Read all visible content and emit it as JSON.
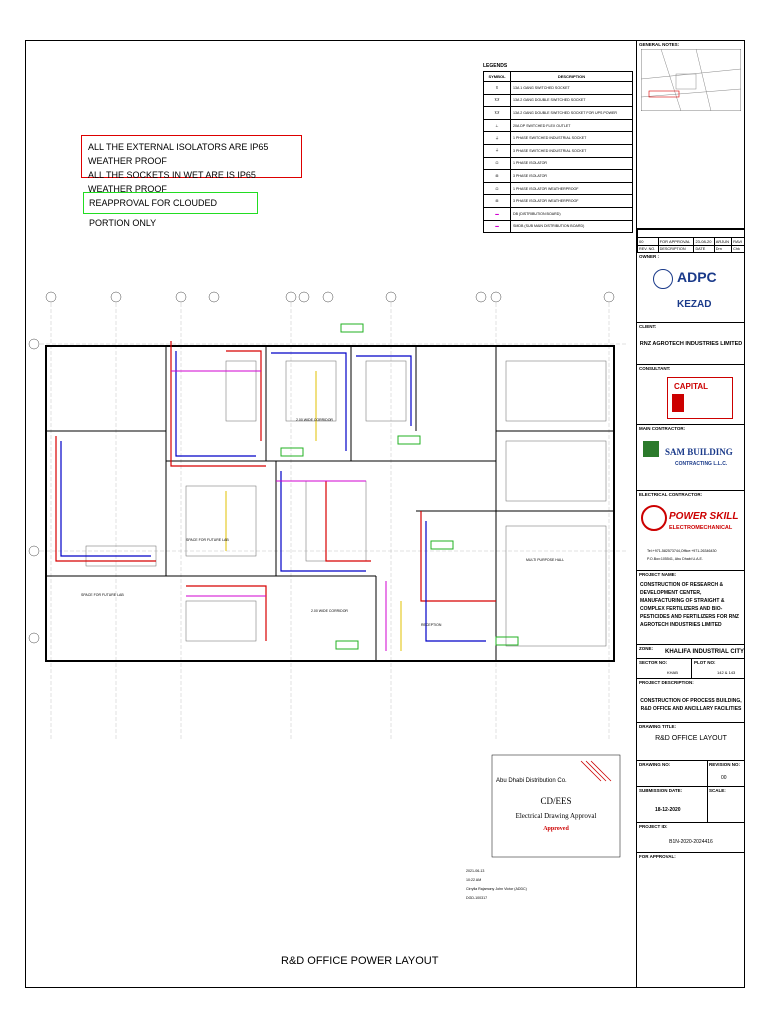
{
  "notes": {
    "external_isolators": "ALL THE EXTERNAL ISOLATORS ARE IP65 WEATHER PROOF",
    "wet_sockets": "ALL THE SOCKETS IN WET ARE IS IP65 WEATHER PROOF",
    "reapproval": "REAPPROVAL FOR CLOUDED PORTION ONLY"
  },
  "legend": {
    "title": "LEGENDS",
    "col_symbol": "SYMBOL",
    "col_description": "DESCRIPTION",
    "rows": [
      "13A 1 GANG SWITCHED SOCKET",
      "13A 2 GANG DOUBLE SWITCHED SOCKET",
      "13A 2 GANG DOUBLE SWITCHED SOCKET FOR UPS POWER",
      "20A DP SWITCHED FLEX OUTLET",
      "1 PHASE SWITCHED INDUSTRIAL SOCKET",
      "3 PHASE SWITCHED INDUSTRIAL SOCKET",
      "1 PHASE ISOLATOR",
      "3 PHASE ISOLATOR",
      "1 PHASE ISOLATOR WEATHERPROOF",
      "3 PHASE ISOLATOR WEATHERPROOF",
      "DB (DISTRIBUTION BOARD)",
      "SMDB (SUB MAIN DISTRIBUTION BOARD)"
    ]
  },
  "plan": {
    "labels": {
      "future_lab_1": "SPACE FOR FUTURE LAB",
      "future_lab_2": "SPACE FOR FUTURE LAB",
      "multi_purpose": "MULTI PURPOSE HALL",
      "reception": "RECEPTION",
      "corridor": "2.00 WIDE CORRIDOR",
      "corridor_2": "2.00 WIDE CORRIDOR"
    },
    "title": "R&D OFFICE POWER LAYOUT"
  },
  "stamp": {
    "organization": "Abu Dhabi Distribution Co.",
    "code": "CD/EES",
    "subtitle": "Electrical Drawing Approval",
    "status": "Approved",
    "date": "2021-06-13",
    "time": "10:22 AM",
    "signer": "Cirrylla Rajamony John Victor (ADDC)",
    "ref": "DGD-100317"
  },
  "title_block": {
    "general_notes": "GENERAL NOTES:",
    "revision": {
      "rev": "00",
      "description": "FOR APPROVAL",
      "date": "23-08-20",
      "drawn": "ARJUN",
      "checked": "RAVI",
      "h_rev": "REV. NO.",
      "h_desc": "DESCRIPTION",
      "h_date": "DATE",
      "h_drn": "Drn",
      "h_chk": "Chk"
    },
    "owner_label": "OWNER :",
    "owner_logo": "ADPC",
    "owner_logo2": "KEZAD",
    "client_label": "CLIENT:",
    "client": "RNZ AGROTECH INDUSTRIES LIMITED",
    "consultant_label": "CONSULTANT:",
    "consultant_logo": "CAPITAL",
    "main_contractor_label": "MAIN CONTRACTOR:",
    "main_contractor": "SAM BUILDING",
    "main_contractor_sub": "CONTRACTING L.L.C.",
    "electrical_contractor_label": "ELECTRICAL CONTRACTOR:",
    "electrical_contractor": "POWER SKILL",
    "electrical_contractor_sub": "ELECTROMECHANICAL",
    "electrical_contact": "Tel:+971-582573744,Office:+971-26346430",
    "electrical_po": "P.O.Box:105541, Abu Dhabi U.A.E.",
    "project_name_label": "PROJECT NAME:",
    "project_name": "CONSTRUCTION OF RESEARCH & DEVELOPMENT CENTER, MANUFACTURING OF STRAIGHT & COMPLEX FERTILIZERS AND BIO-PESTICIDES AND FERTILIZERS FOR RNZ AGROTECH INDUSTRIES LIMITED",
    "zone_label": "ZONE:",
    "zone": "KHALIFA INDUSTRIAL CITY",
    "sector_label": "SECTOR NO:",
    "sector": "KHAB",
    "plot_label": "PLOT NO:",
    "plot": "142 & 143",
    "project_desc_label": "PROJECT DESCRIPTION:",
    "project_desc": "CONSTRUCTION OF PROCESS BUILDING, R&D OFFICE AND ANCILLARY FACILITIES",
    "drawing_title_label": "DRAWING TITLE:",
    "drawing_title": "R&D OFFICE LAYOUT",
    "drawing_no_label": "DRAWING NO:",
    "revision_no_label": "REVISION NO:",
    "revision_no": "00",
    "submission_label": "SUBMISSION DATE:",
    "submission_date": "18-12-2020",
    "scale_label": "SCALE:",
    "project_id_label": "PROJECT ID:",
    "project_id": "B1N-2020-2024416",
    "for_approval_label": "FOR APPROVAL:"
  },
  "colors": {
    "red": "#d80000",
    "blue": "#0000c8",
    "magenta": "#d000d0",
    "green": "#22b022",
    "yellow": "#e0c000"
  }
}
